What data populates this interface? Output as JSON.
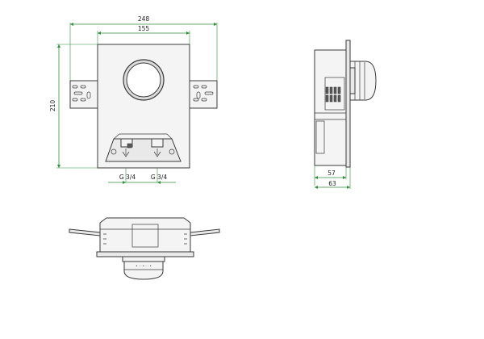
{
  "dimensions": {
    "overall_width": "248",
    "inner_width": "155",
    "height": "210",
    "thread_left": "G 3/4",
    "thread_right": "G 3/4",
    "depth_inner": "57",
    "depth_outer": "63"
  },
  "colors": {
    "dimension_line": "#2f8f3a",
    "outline": "#3a3a3a",
    "fill": "#f4f4f4"
  }
}
